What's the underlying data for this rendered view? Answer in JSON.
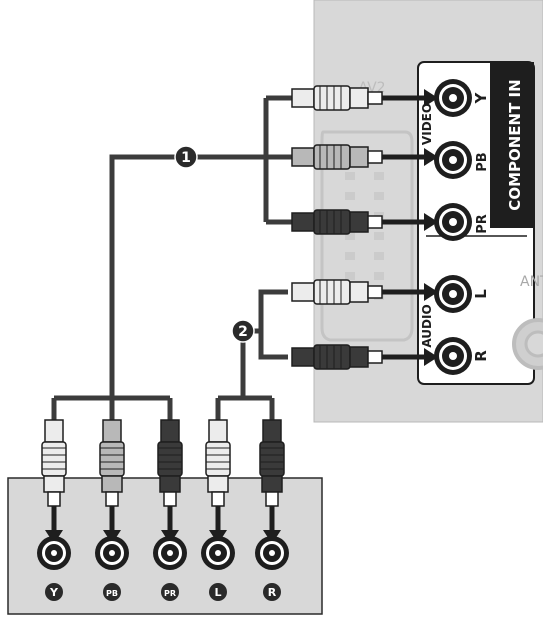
{
  "tv_panel": {
    "component_in_label": "COMPONENT IN",
    "video_label": "VIDEO",
    "audio_label": "AUDIO",
    "av_label": "AV2",
    "antenna_label": "ANTENNA IN",
    "jacks": [
      {
        "label": "Y",
        "plug_color": "#ececec"
      },
      {
        "label": "PB",
        "plug_color": "#b8b8b8"
      },
      {
        "label": "PR",
        "plug_color": "#3a3a3a"
      },
      {
        "label": "L",
        "plug_color": "#ececec"
      },
      {
        "label": "R",
        "plug_color": "#3a3a3a"
      }
    ]
  },
  "cable_markers": [
    "1",
    "2"
  ],
  "source_device": {
    "jacks": [
      {
        "label": "Y",
        "plug_color": "#ececec"
      },
      {
        "label": "PB",
        "plug_color": "#b8b8b8"
      },
      {
        "label": "PR",
        "plug_color": "#3a3a3a"
      },
      {
        "label": "L",
        "plug_color": "#ececec"
      },
      {
        "label": "R",
        "plug_color": "#3a3a3a"
      }
    ]
  },
  "colors": {
    "panel_fill": "#d8d8d8",
    "panel_stroke": "#b5b5b5",
    "wire": "#3c3c3c",
    "badge": "#2a2a2a"
  }
}
